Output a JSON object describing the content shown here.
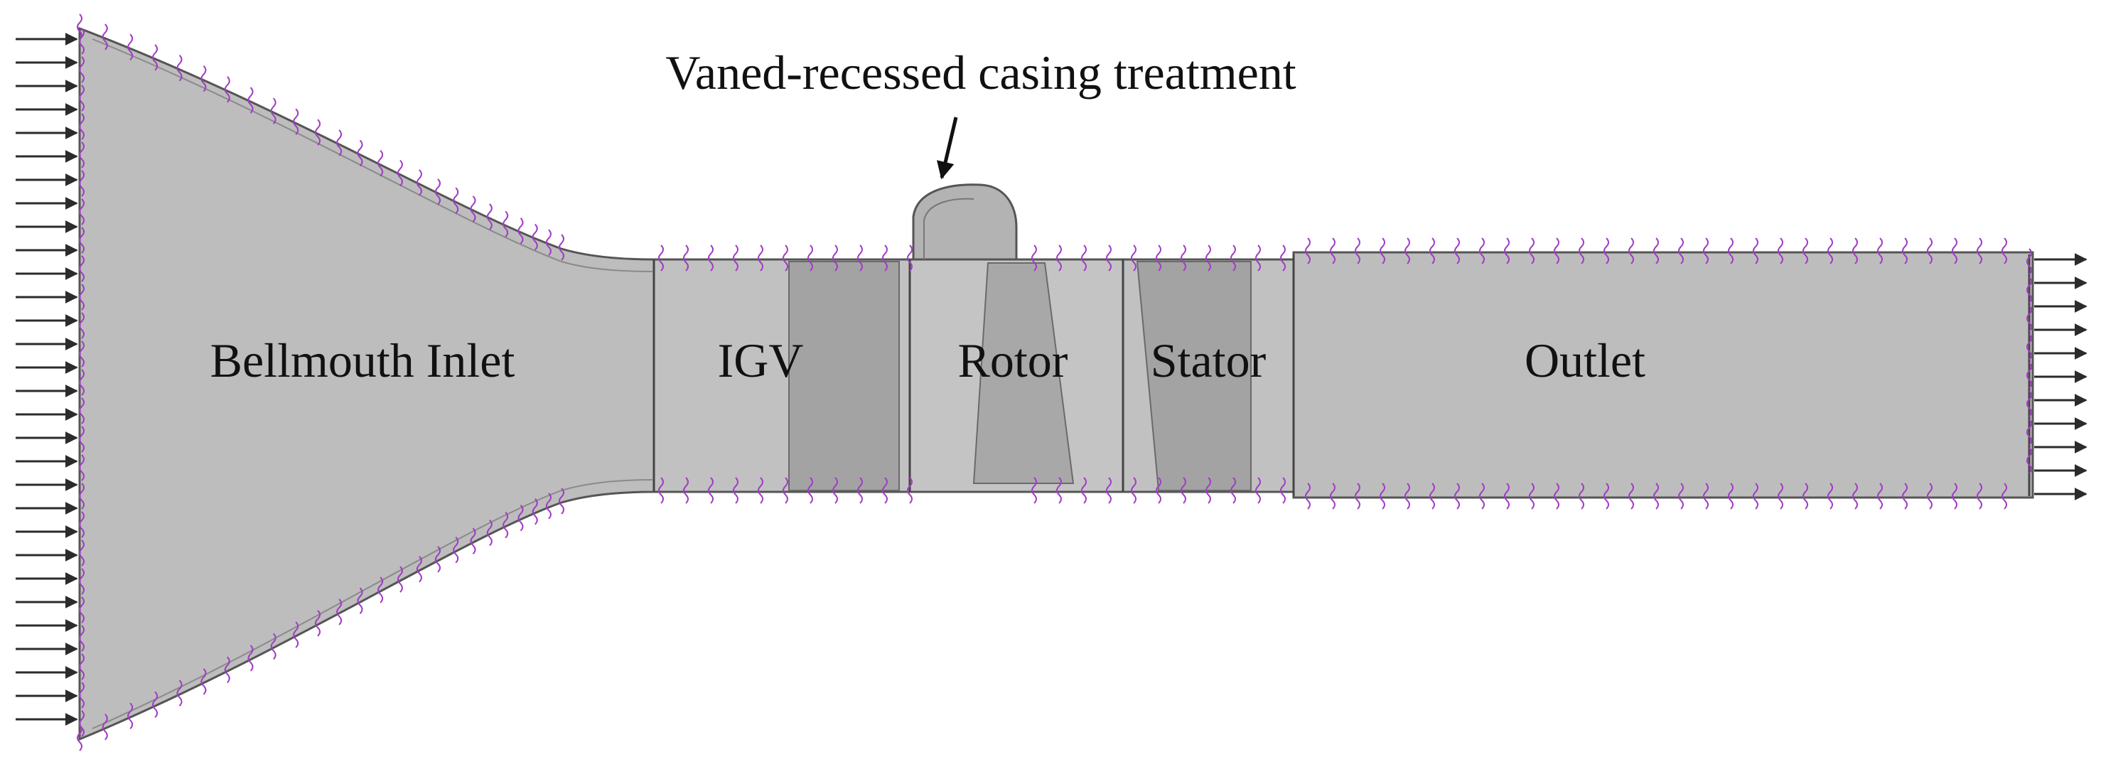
{
  "annotation": {
    "text": "Vaned-recessed casing treatment"
  },
  "regions": [
    {
      "key": "bellmouth",
      "label": "Bellmouth Inlet"
    },
    {
      "key": "igv",
      "label": "IGV"
    },
    {
      "key": "rotor",
      "label": "Rotor"
    },
    {
      "key": "stator",
      "label": "Stator"
    },
    {
      "key": "outlet",
      "label": "Outlet"
    }
  ],
  "colors": {
    "domain_fill": "#bdbdbd",
    "blade_fill": "#a3a3a3",
    "outline": "#555555",
    "boundary_marker": "#a13cc4",
    "flow_arrow": "#2b2b2b"
  }
}
